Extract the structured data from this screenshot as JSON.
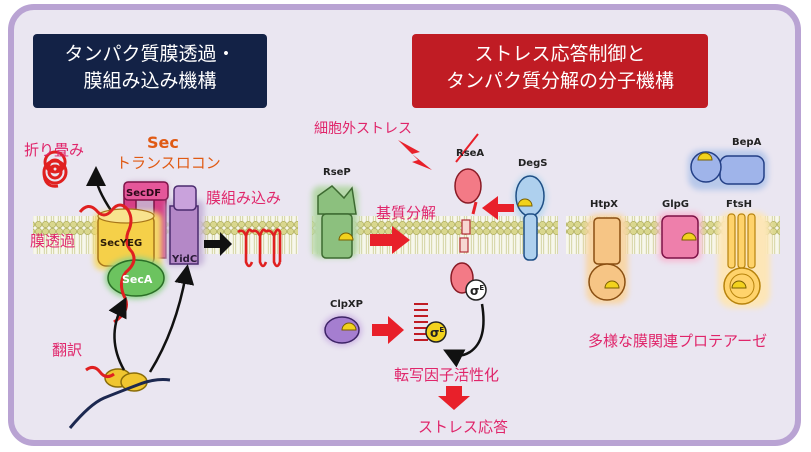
{
  "left_title": [
    "タンパク質膜透過・",
    "膜組み込み機構"
  ],
  "right_title": [
    "ストレス応答制御と",
    "タンパク質分解の分子機構"
  ],
  "left_panel": {
    "folding": "折り畳み",
    "sec": "Sec",
    "translocon": "トランスロコン",
    "insertion": "膜組み込み",
    "secdf": "SecDF",
    "translocation": "膜透過",
    "secyeg": "SecYEG",
    "yidc": "YidC",
    "seca": "SecA",
    "translation": "翻訳"
  },
  "middle_panel": {
    "extracellular_stress": "細胞外ストレス",
    "rsep": "RseP",
    "rsea": "RseA",
    "degs": "DegS",
    "substrate_degradation": "基質分解",
    "clpxp": "ClpXP",
    "sigma": "σ",
    "sigma_sup": "E",
    "transcription_activation": "転写因子活性化",
    "stress_response": "ストレス応答"
  },
  "right_panel": {
    "bepa": "BepA",
    "htpx": "HtpX",
    "glpg": "GlpG",
    "ftsh": "FtsH",
    "diverse_proteases": "多様な膜関連プロテアーゼ"
  },
  "colors": {
    "frame": "#b9a3d3",
    "background": "#eae6f1",
    "left_title_bg": "#132246",
    "right_title_bg": "#c01c24",
    "label_red": "#e0256a",
    "arrow_red": "#e8202a",
    "sec_orange": "#e05a14"
  }
}
